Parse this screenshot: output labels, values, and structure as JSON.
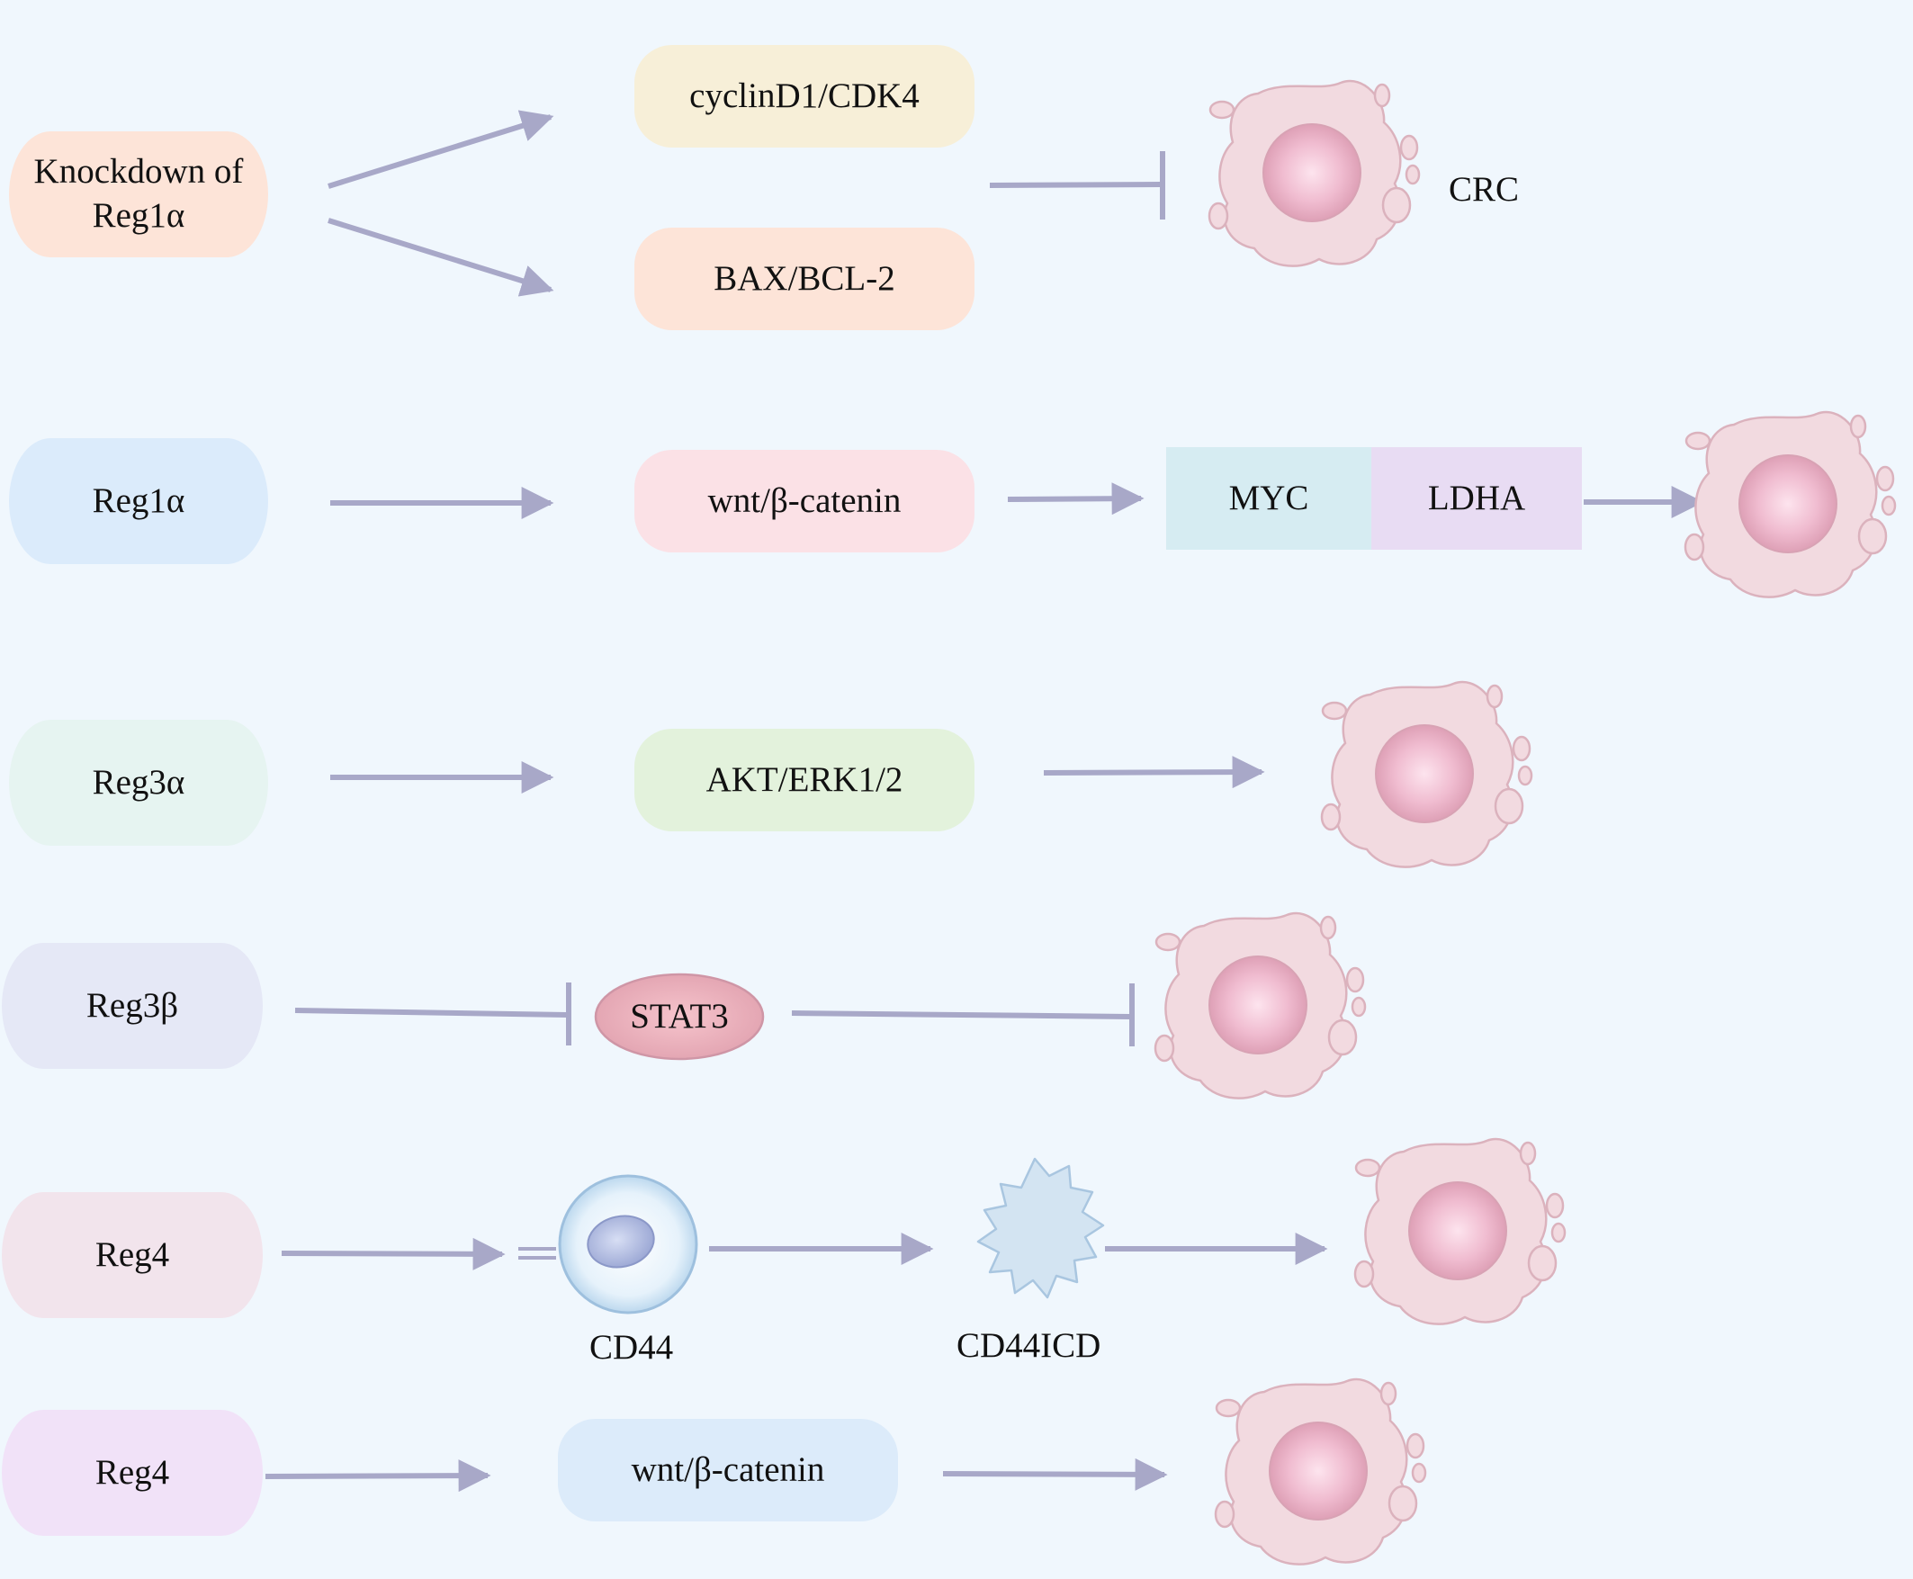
{
  "rows": [
    {
      "source": "Knockdown of Reg1α",
      "targets": [
        "cyclinD1/CDK4",
        "BAX/BCL-2"
      ],
      "outcome": "CRC"
    },
    {
      "source": "Reg1α",
      "targets": [
        "wnt/β-catenin",
        "MYC",
        "LDHA"
      ]
    },
    {
      "source": "Reg3α",
      "targets": [
        "AKT/ERK1/2"
      ]
    },
    {
      "source": "Reg3β",
      "targets": [
        "STAT3"
      ]
    },
    {
      "source": "Reg4",
      "targets": [
        "CD44",
        "CD44ICD"
      ]
    },
    {
      "source": "Reg4",
      "targets": [
        "wnt/β-catenin"
      ]
    }
  ],
  "colors": {
    "background": "#f0f7fd",
    "arrow": "#a8a8c8",
    "cell_body": "#f2dae0",
    "cell_outline": "#dbb2bd",
    "nucleus": "#e6a8bc"
  }
}
